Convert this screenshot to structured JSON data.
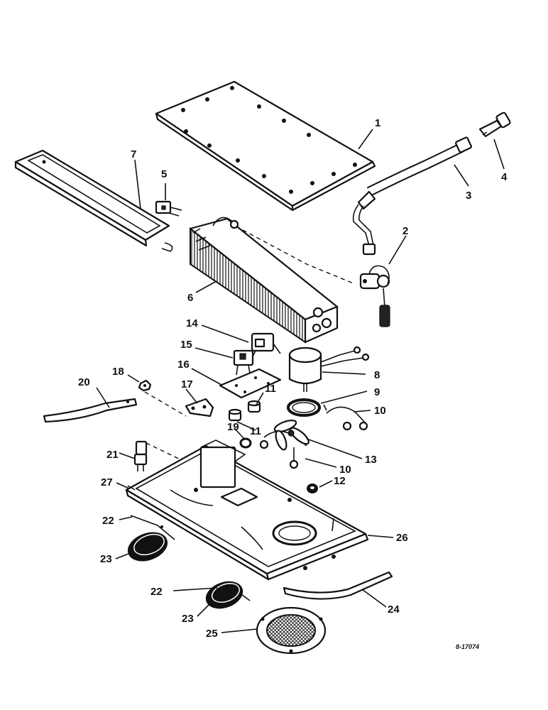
{
  "diagram": {
    "reference_number": "8-17074",
    "callouts": [
      "1",
      "2",
      "3",
      "4",
      "5",
      "6",
      "7",
      "8",
      "9",
      "10",
      "10",
      "11",
      "11",
      "12",
      "13",
      "14",
      "15",
      "16",
      "17",
      "18",
      "19",
      "20",
      "21",
      "22",
      "22",
      "23",
      "23",
      "24",
      "25",
      "26",
      "27"
    ]
  }
}
